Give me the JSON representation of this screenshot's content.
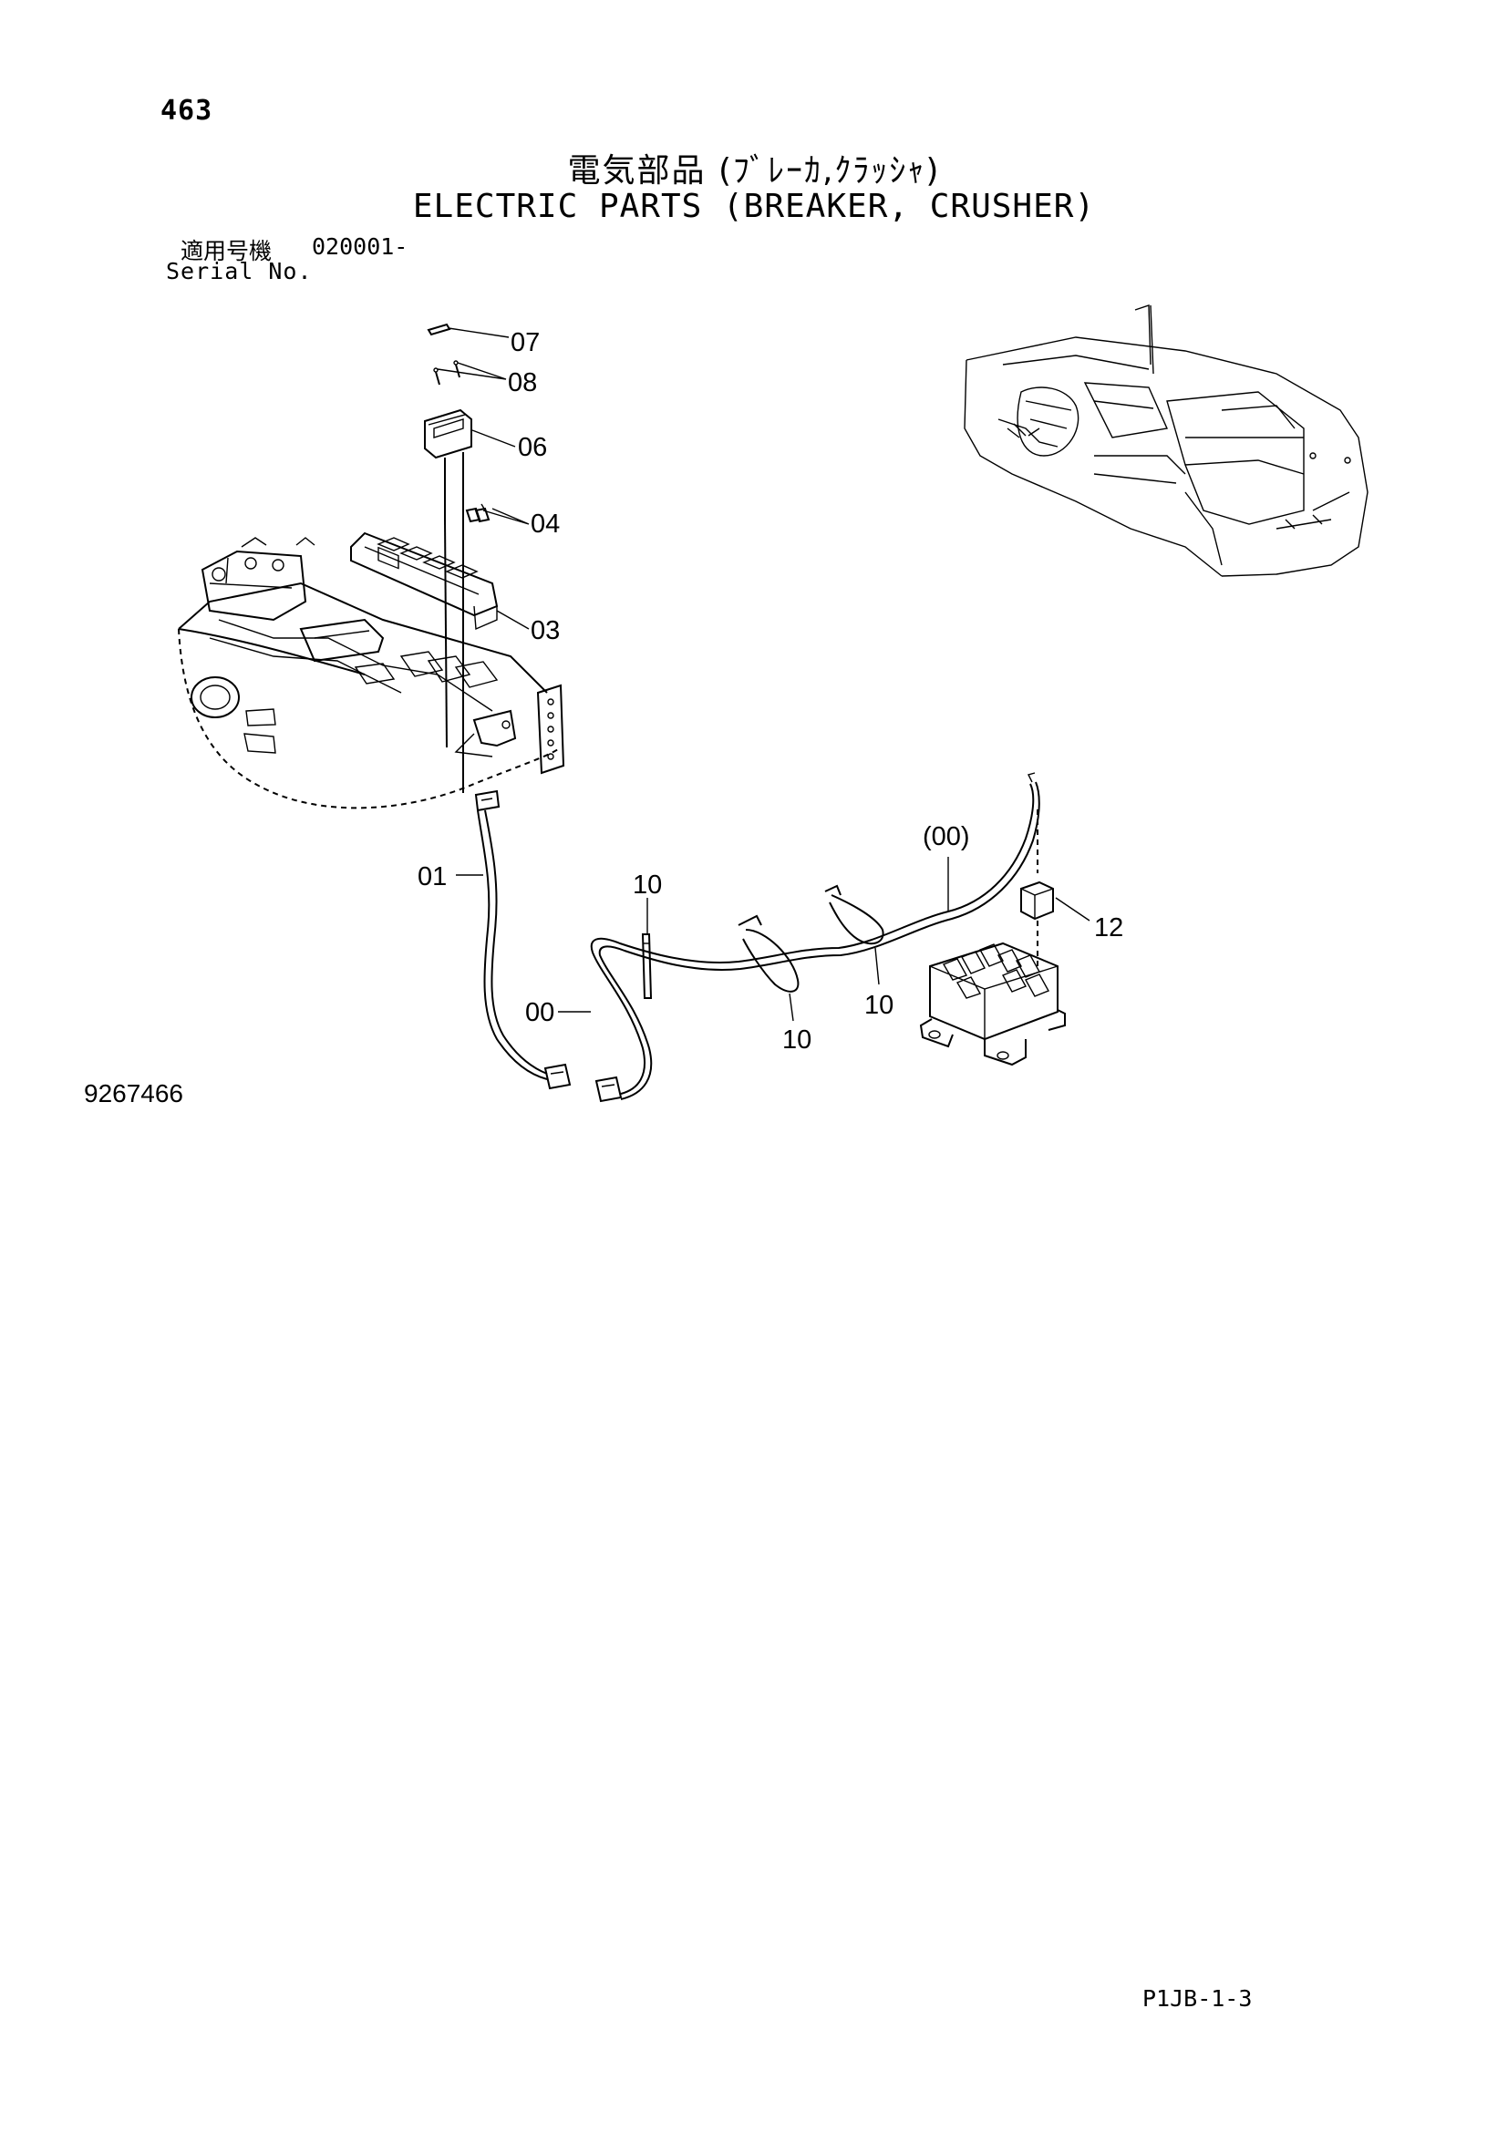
{
  "page_number": "463",
  "title_jp": "電気部品 (ﾌﾞﾚｰｶ,ｸﾗｯｼｬ)",
  "title_en": "ELECTRIC PARTS (BREAKER, CRUSHER)",
  "serial": {
    "label_jp": "適用号機",
    "value": "020001-",
    "label_en": "Serial No."
  },
  "figure_number": "9267466",
  "footer_code": "P1JB-1-3",
  "callouts": {
    "c07": "07",
    "c08": "08",
    "c06": "06",
    "c04": "04",
    "c03": "03",
    "c01": "01",
    "c00": "00",
    "c00p": "(00)",
    "c10a": "10",
    "c10b": "10",
    "c10c": "10",
    "c12": "12"
  }
}
